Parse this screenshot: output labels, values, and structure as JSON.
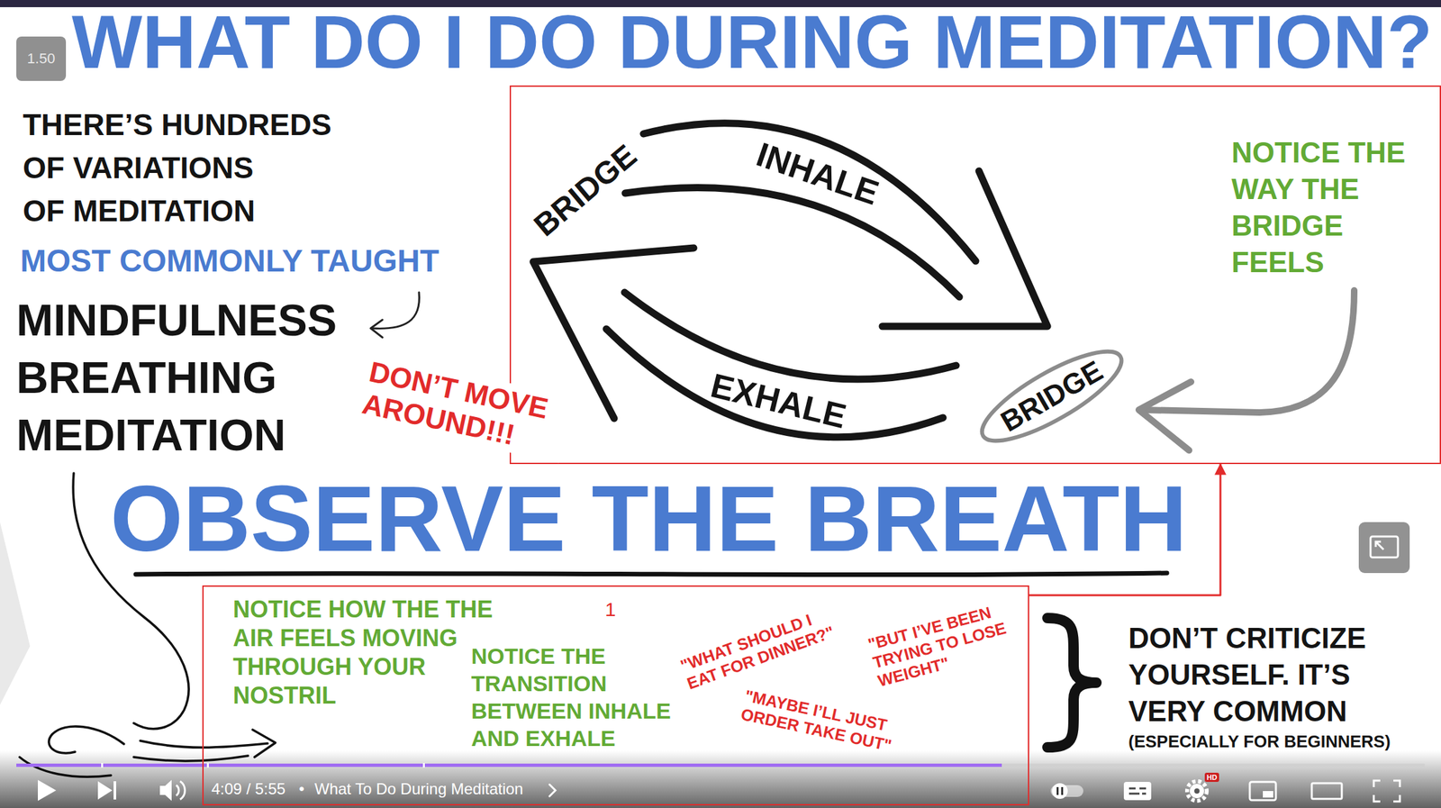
{
  "diagram": {
    "title": "WHAT DO I DO DURING MEDITATION?",
    "nodes": [
      {
        "text": [
          "BRIDGE",
          "INHALE",
          "EXHALE",
          "NOTICE THE WAY THE BRIDGE FEELS"
        ]
      },
      {
        "text": [
          "BRIDGE"
        ],
        "in": 0
      },
      {
        "text": [
          "NOTICE HOW THE THE AIR FEELS MOVING THROUGH YOUR NOSTRIL",
          "1",
          "\"WHAT SHOULD I EAT FOR DINNER?\"",
          "\"BUT I’VE BEEN TRYING TO LOSE WEIGHT\"",
          "NOTICE THE TRANSITION BETWEEN INHALE AND EXHALE",
          "\"MAYBE I’LL JUST ORDER TAKE OUT\""
        ]
      }
    ],
    "edges": [
      {
        "from": 2,
        "to": 0,
        "arrow": "to"
      }
    ],
    "labels": [
      "1.50",
      "THERE’S HUNDREDS OF VARIATIONS OF MEDITATION",
      "MOST COMMONLY TAUGHT",
      "MINDFULNESS BREATHING MEDITATION",
      "DON’T MOVE AROUND!!!",
      "OBSERVE THE BREATH",
      "DON’T CRITICIZE YOURSELF. IT’S VERY COMMON",
      "(ESPECIALLY FOR BEGINNERS)",
      "4:09 / 5:55",
      "•",
      "What To Do During Meditation",
      "HD"
    ]
  }
}
